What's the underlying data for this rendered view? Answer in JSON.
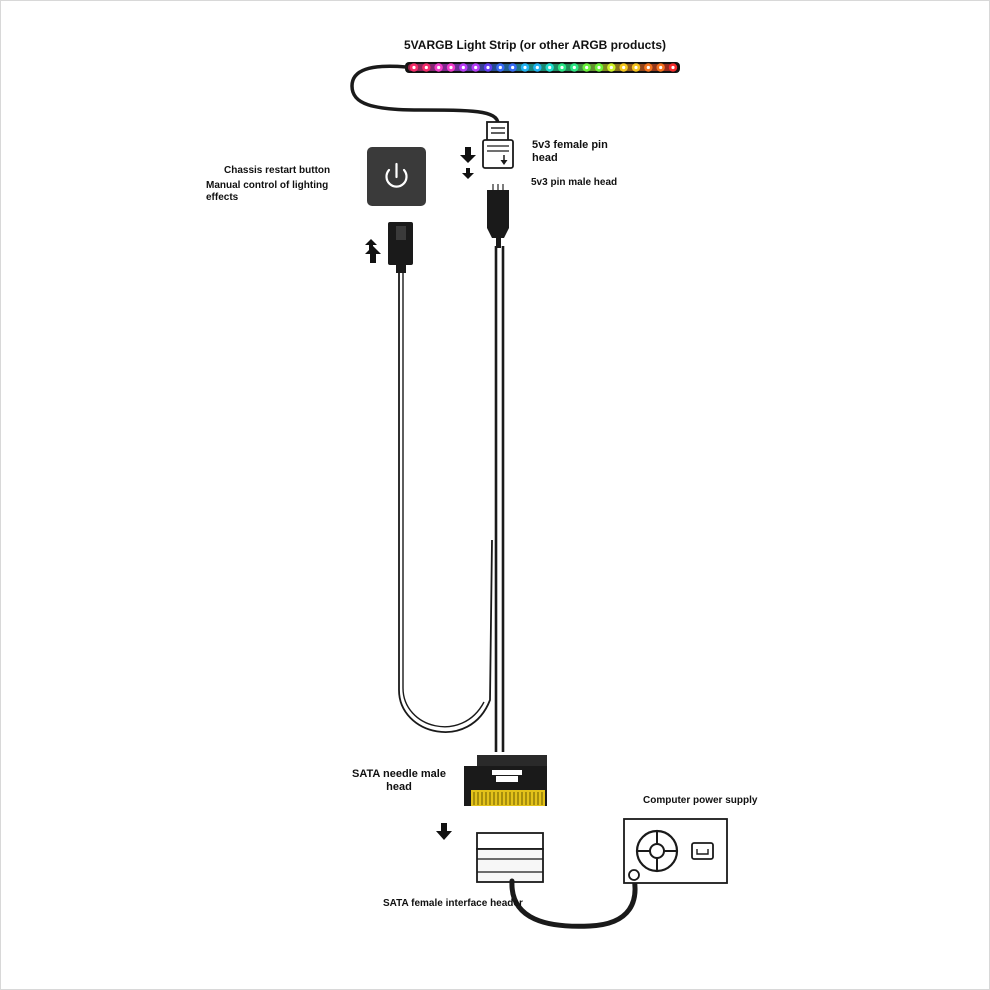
{
  "labels": {
    "strip": "5VARGB Light Strip (or other ARGB products)",
    "female_pin_head": "5v3 female pin head",
    "male_pin_head": "5v3 pin male head",
    "chassis_restart": "Chassis restart button",
    "manual_control": "Manual control of lighting effects",
    "sata_needle_male": "SATA needle male head",
    "sata_female": "SATA female interface header",
    "power_supply": "Computer power supply"
  },
  "colors": {
    "cable": "#1a1a1a",
    "button_body": "#3a3a3a",
    "sata_pins": "#e3c21a",
    "led_palette": [
      "#ff2d6a",
      "#ff3fd0",
      "#c23cff",
      "#6a3dff",
      "#3a6bff",
      "#22b8ff",
      "#1fe6d8",
      "#2bf08a",
      "#6cff3a",
      "#d6ff2a",
      "#ffd21f",
      "#ff7a1f",
      "#ff2d2d"
    ]
  }
}
